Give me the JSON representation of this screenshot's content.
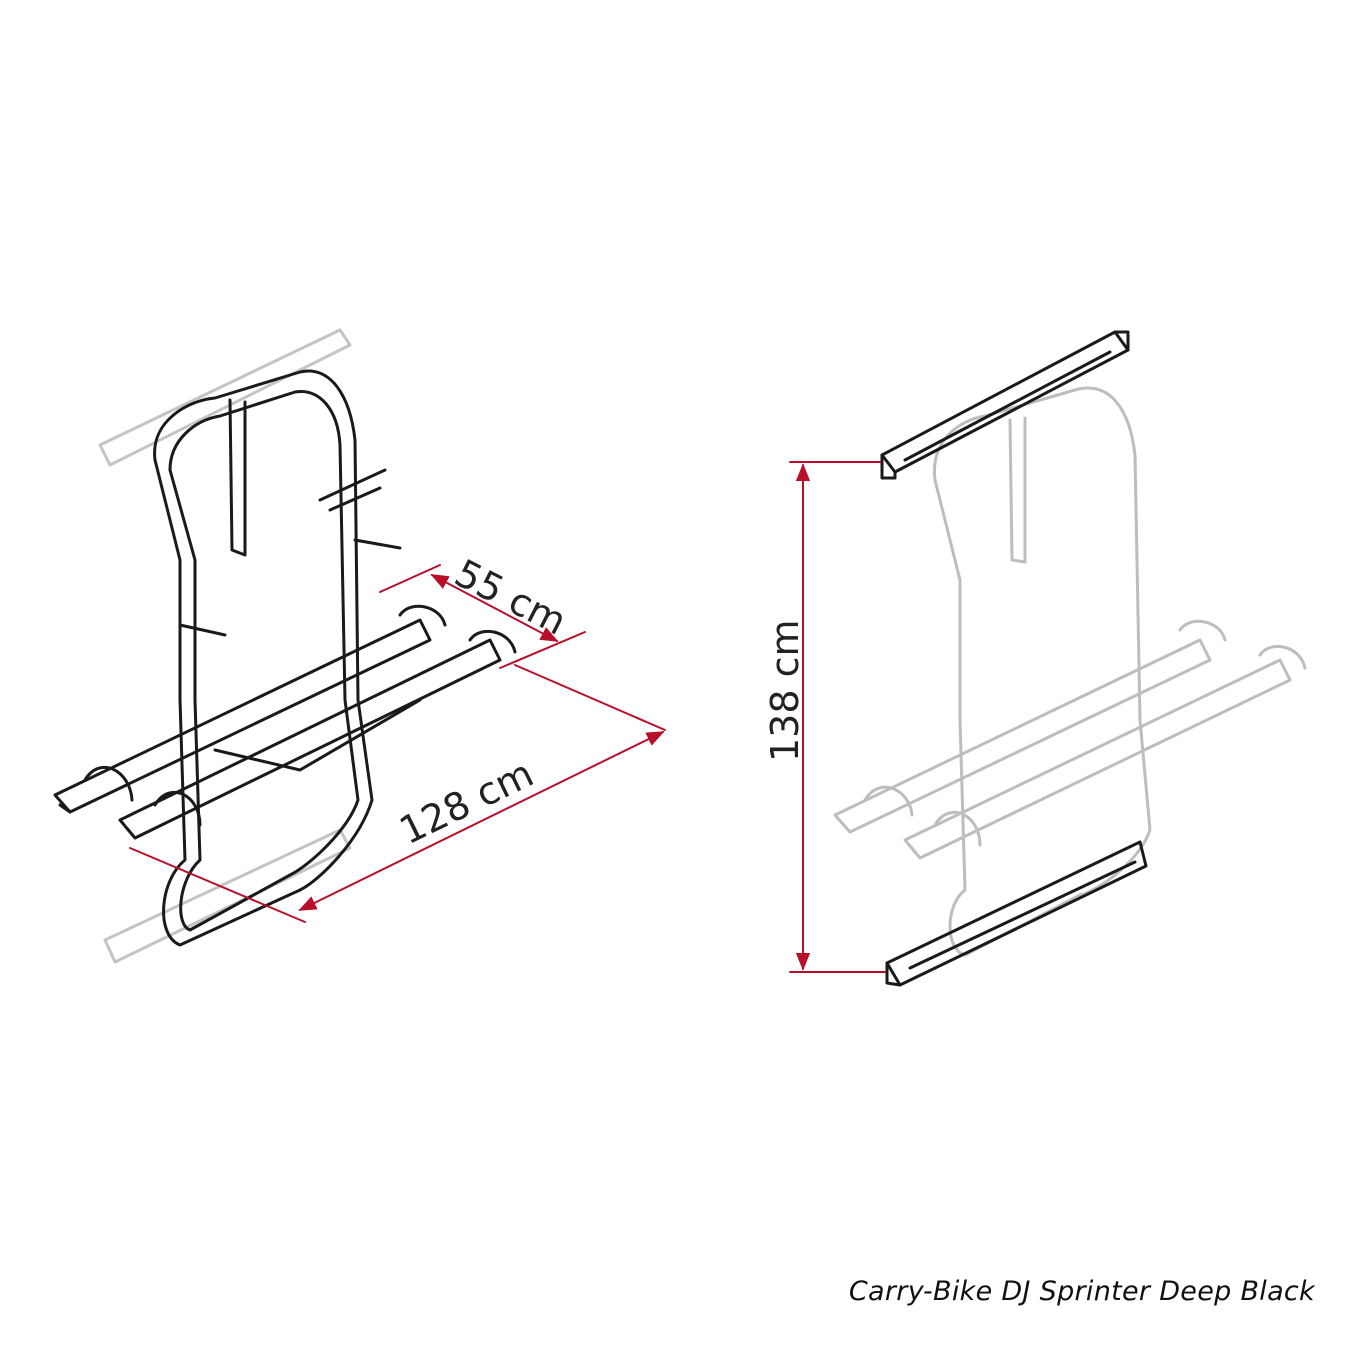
{
  "dimensions": {
    "depth": "55 cm",
    "width": "128 cm",
    "height": "138 cm"
  },
  "caption": "Carry-Bike DJ Sprinter Deep Black",
  "colors": {
    "dimension_line": "#b8102a",
    "outline": "#1a1a1a",
    "ghost_outline": "#b8b8b8"
  }
}
